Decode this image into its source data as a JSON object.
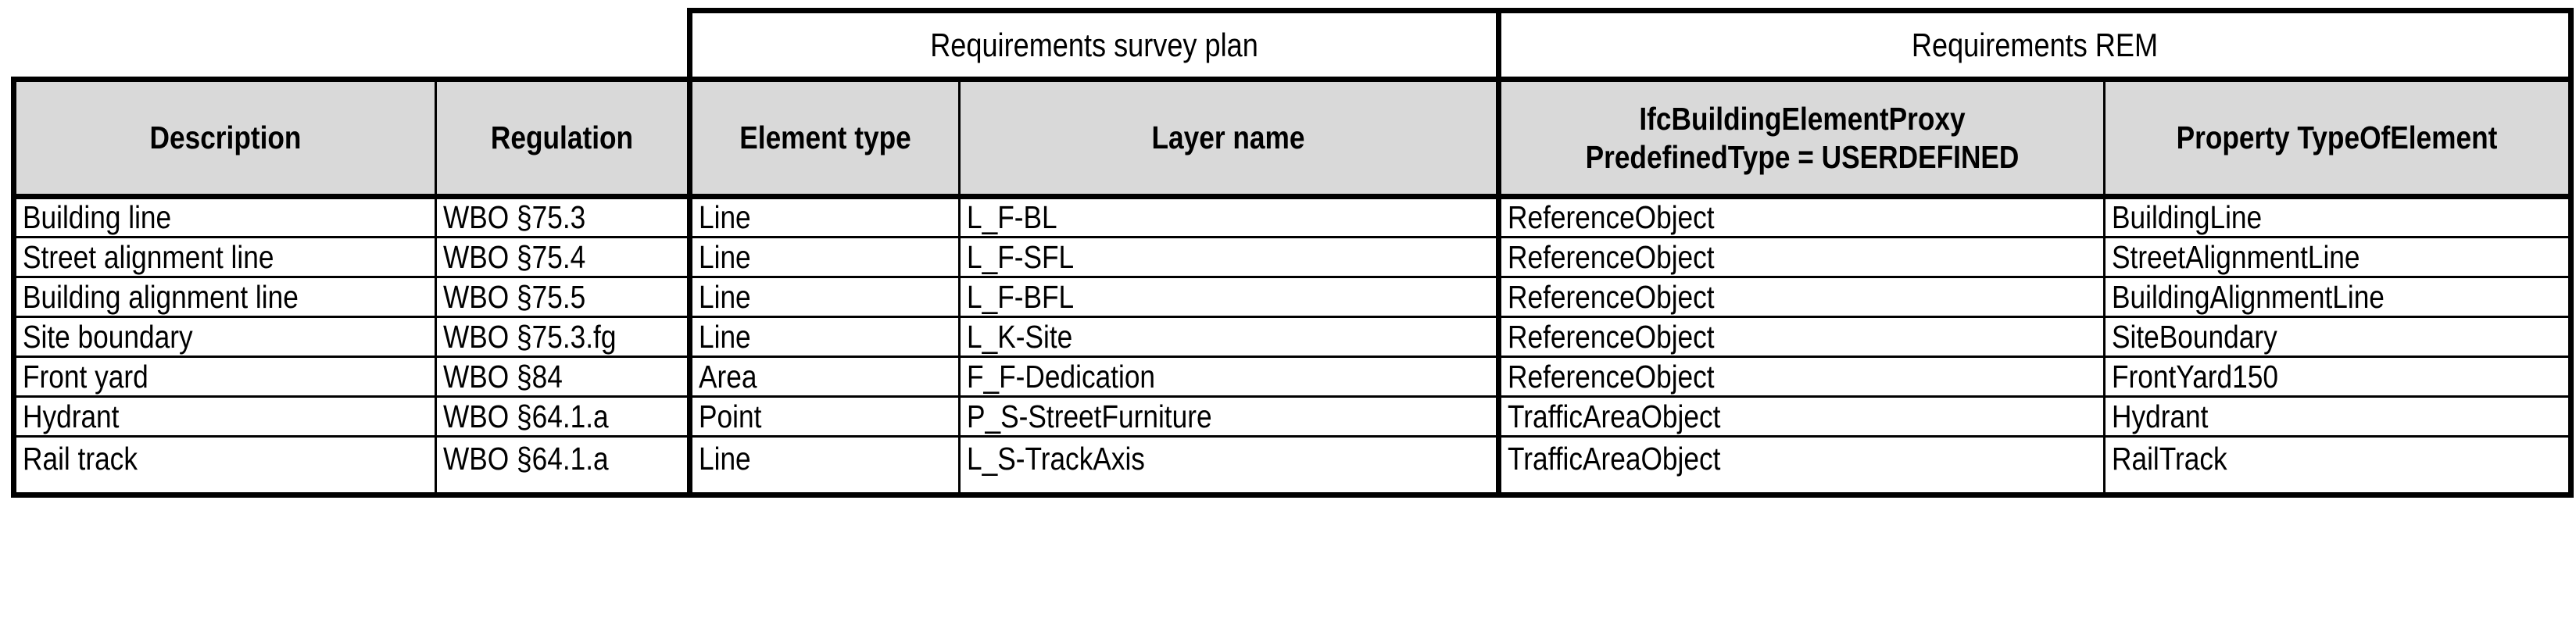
{
  "table": {
    "group_headers": [
      {
        "label": "",
        "span": 2,
        "empty": true
      },
      {
        "label": "Requirements survey plan",
        "span": 2,
        "empty": false
      },
      {
        "label": "Requirements REM",
        "span": 2,
        "empty": false
      }
    ],
    "columns": [
      {
        "key": "description",
        "label_lines": [
          "Description"
        ]
      },
      {
        "key": "regulation",
        "label_lines": [
          "Regulation"
        ]
      },
      {
        "key": "element_type",
        "label_lines": [
          "Element type"
        ]
      },
      {
        "key": "layer_name",
        "label_lines": [
          "Layer name"
        ]
      },
      {
        "key": "ifc_class",
        "label_lines": [
          "IfcBuildingElementProxy",
          "PredefinedType = USERDEFINED"
        ]
      },
      {
        "key": "property_type",
        "label_lines": [
          "Property TypeOfElement"
        ]
      }
    ],
    "rows": [
      {
        "description": "Building line",
        "regulation": "WBO §75.3",
        "element_type": "Line",
        "layer_name": "L_F-BL",
        "ifc_class": "ReferenceObject",
        "property_type": "BuildingLine"
      },
      {
        "description": "Street alignment line",
        "regulation": "WBO §75.4",
        "element_type": "Line",
        "layer_name": "L_F-SFL",
        "ifc_class": "ReferenceObject",
        "property_type": "StreetAlignmentLine"
      },
      {
        "description": "Building alignment line",
        "regulation": "WBO §75.5",
        "element_type": "Line",
        "layer_name": "L_F-BFL",
        "ifc_class": "ReferenceObject",
        "property_type": "BuildingAlignmentLine"
      },
      {
        "description": "Site boundary",
        "regulation": "WBO §75.3.fg",
        "element_type": "Line",
        "layer_name": "L_K-Site",
        "ifc_class": "ReferenceObject",
        "property_type": "SiteBoundary"
      },
      {
        "description": "Front yard",
        "regulation": "WBO §84",
        "element_type": "Area",
        "layer_name": "F_F-Dedication",
        "ifc_class": "ReferenceObject",
        "property_type": "FrontYard150"
      },
      {
        "description": "Hydrant",
        "regulation": "WBO §64.1.a",
        "element_type": "Point",
        "layer_name": "P_S-StreetFurniture",
        "ifc_class": "TrafficAreaObject",
        "property_type": "Hydrant"
      },
      {
        "description": "Rail track",
        "regulation": "WBO §64.1.a",
        "element_type": "Line",
        "layer_name": "L_S-TrackAxis",
        "ifc_class": "TrafficAreaObject",
        "property_type": "RailTrack"
      }
    ]
  },
  "style": {
    "header_fill": "#d9d9d9",
    "body_fill": "#ffffff",
    "line_color": "#000000"
  }
}
